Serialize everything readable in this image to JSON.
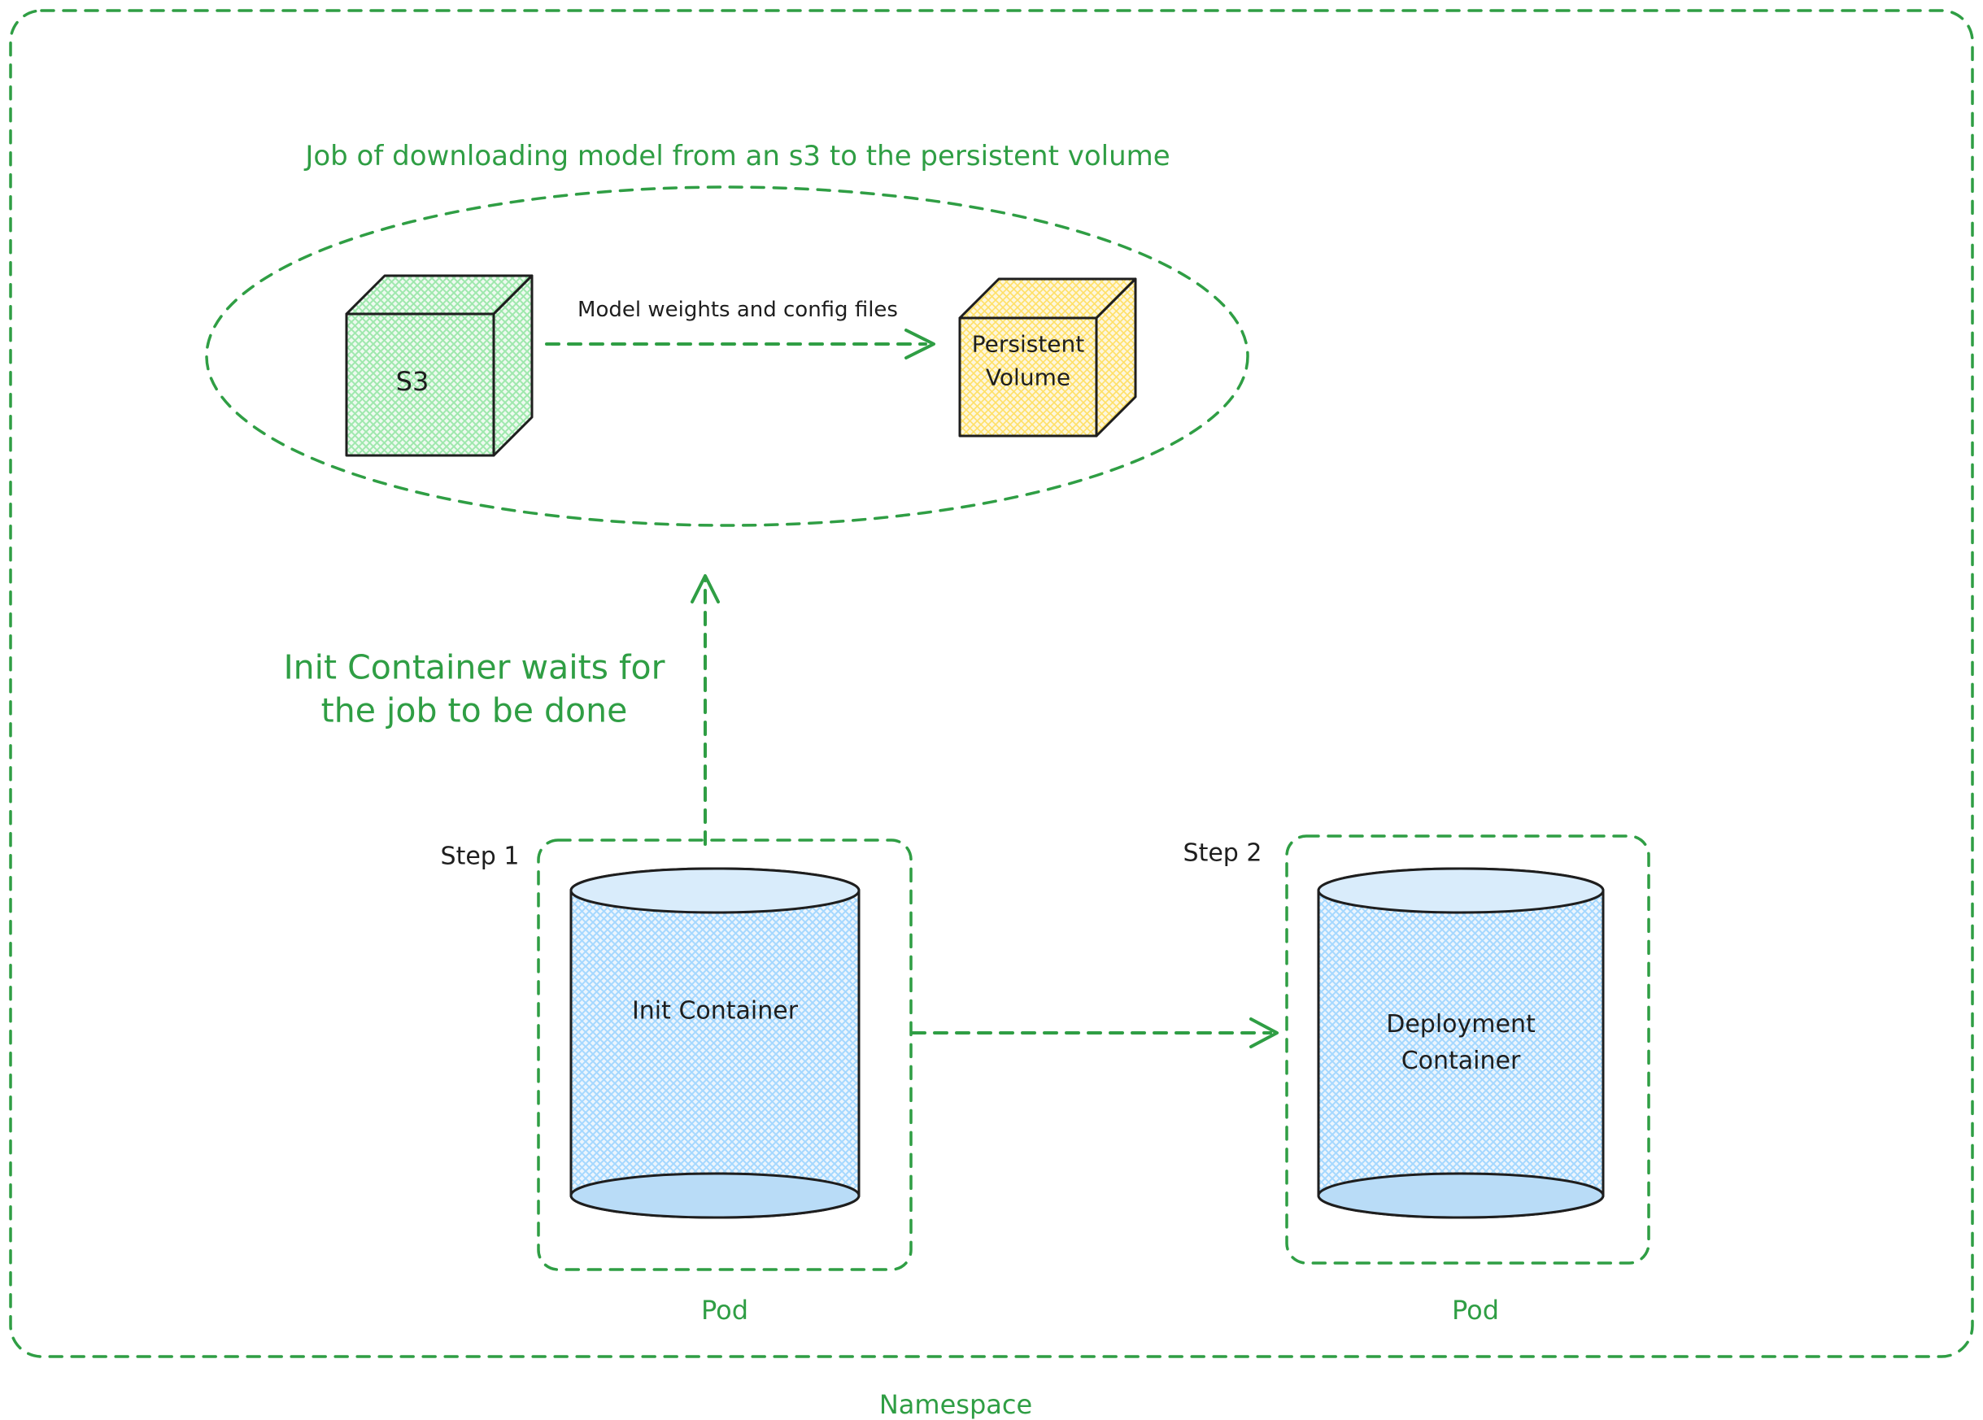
{
  "colors": {
    "accent_green": "#2f9e44",
    "stroke_dark": "#1e1e1e",
    "s3_fill": "#b2f2bb",
    "persistent_volume_fill": "#ffec99",
    "container_fill": "#a5d8ff"
  },
  "namespace": {
    "label": "Namespace"
  },
  "job": {
    "title": "Job of downloading model from an s3 to the persistent volume",
    "s3_label": "S3",
    "arrow_label": "Model weights and config files",
    "persistent_volume": {
      "lines": [
        "Persistent",
        "Volume"
      ]
    }
  },
  "wait_note": {
    "lines": [
      "Init Container waits for",
      "the job to be done"
    ]
  },
  "pods": [
    {
      "step": "Step 1",
      "container_lines": [
        "Init Container"
      ],
      "label": "Pod"
    },
    {
      "step": "Step 2",
      "container_lines": [
        "Deployment",
        "Container"
      ],
      "label": "Pod"
    }
  ]
}
